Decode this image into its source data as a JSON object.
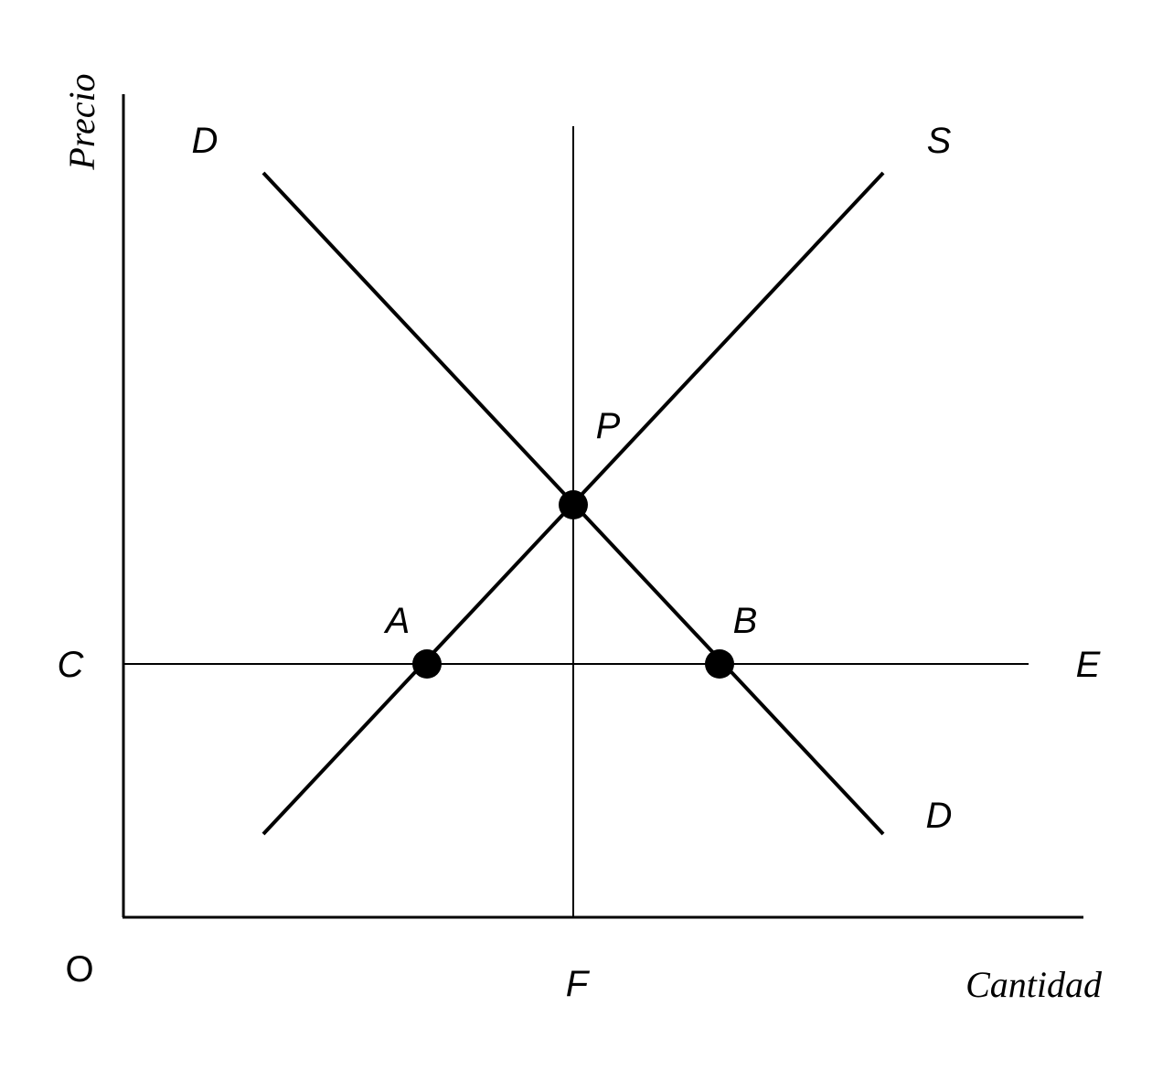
{
  "axes": {
    "y_label": "Precio",
    "x_label": "Cantidad",
    "origin_label": "O"
  },
  "curves": {
    "demand_top_label": "D",
    "demand_bottom_label": "D",
    "supply_label": "S"
  },
  "lines": {
    "price_level_left_label": "C",
    "price_level_right_label": "E",
    "quantity_level_label": "F"
  },
  "points": {
    "equilibrium_label": "P",
    "supply_intersection_label": "A",
    "demand_intersection_label": "B"
  },
  "colors": {
    "ink": "#000000",
    "background": "#ffffff"
  }
}
